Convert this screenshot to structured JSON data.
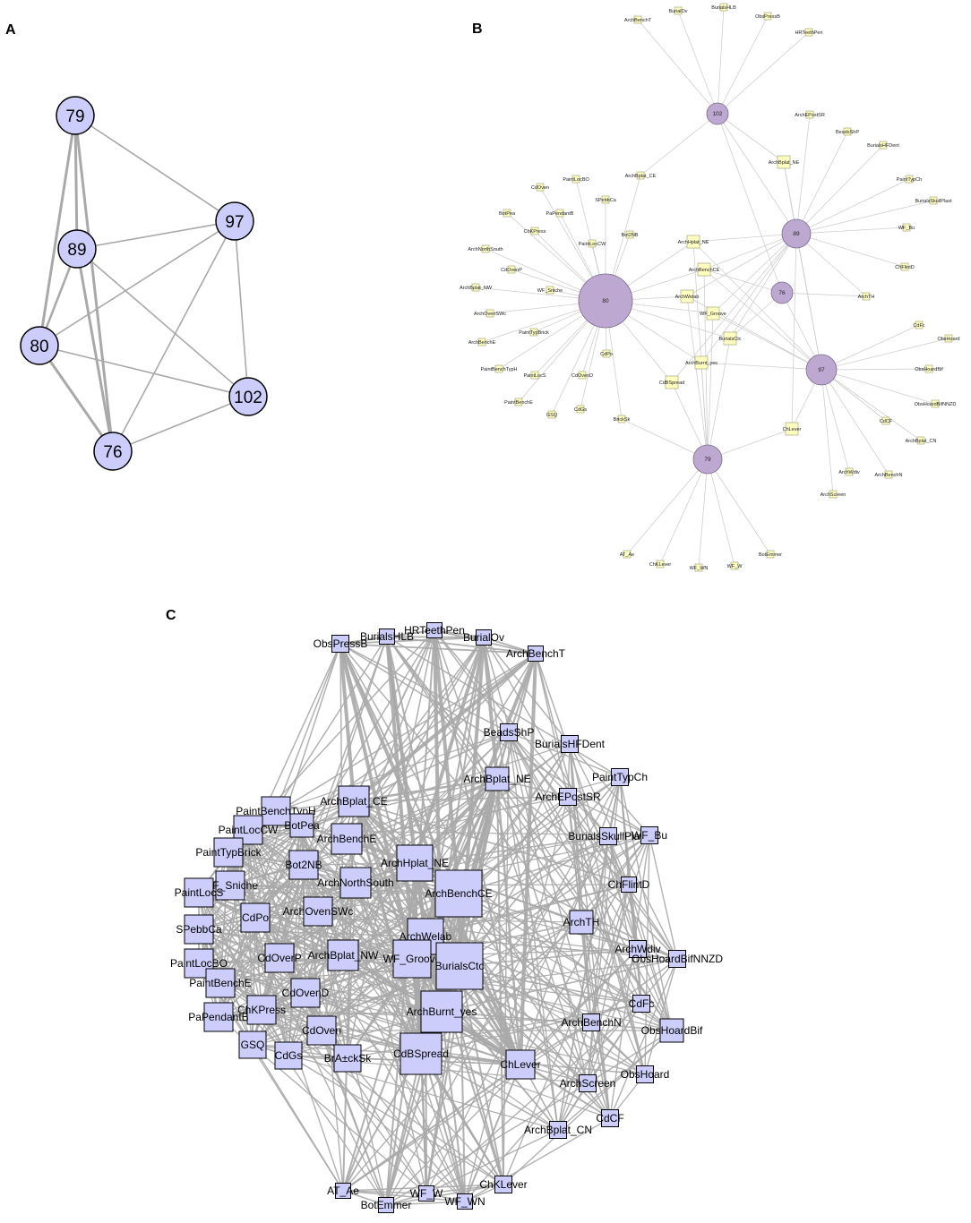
{
  "panels": {
    "A": {
      "label": "A",
      "nodes": [
        "79",
        "97",
        "89",
        "80",
        "102",
        "76"
      ],
      "edges": [
        [
          "79",
          "89"
        ],
        [
          "79",
          "80"
        ],
        [
          "79",
          "76"
        ],
        [
          "79",
          "97"
        ],
        [
          "89",
          "80"
        ],
        [
          "89",
          "76"
        ],
        [
          "89",
          "97"
        ],
        [
          "89",
          "102"
        ],
        [
          "80",
          "97"
        ],
        [
          "80",
          "102"
        ],
        [
          "80",
          "76"
        ],
        [
          "97",
          "76"
        ],
        [
          "97",
          "102"
        ],
        [
          "76",
          "102"
        ]
      ],
      "style": {
        "node_fill": "#cccdfb",
        "node_stroke": "#000000",
        "edge": "#a9a9a9"
      }
    },
    "B": {
      "label": "B",
      "hubs": [
        "102",
        "89",
        "80",
        "76",
        "97",
        "79"
      ],
      "attributes": [
        "ArchBenchT",
        "BurialOv",
        "BurialsHLB",
        "ObsPressB",
        "HRTeethPen",
        "ArchEPostSR",
        "BeadsShP",
        "BurialsHFDent",
        "ArchBplat_NE",
        "PaintTypCh",
        "BurialsSkullPlast",
        "WF_Bu",
        "ArchBplat_CE",
        "PaintLocBO",
        "CdOven",
        "SPebbCa",
        "PaPendantB",
        "BotPea",
        "ChKPress",
        "Bot2NB",
        "ArchNorthSouth",
        "CdOvenP",
        "ArchBplat_NW",
        "WF_Sniche",
        "ArchOvenSWc",
        "PaintTypBrick",
        "ArchBenchE",
        "PaintLocCW",
        "PaintBenchTypH",
        "PaintLocS",
        "CdOvenD",
        "CdPo",
        "PaintBenchE",
        "CdGs",
        "GSQ",
        "BrickSk",
        "ArchHplat_NE",
        "ArchBenchCE",
        "ArchWelab",
        "WF_Groove",
        "BurialsCtc",
        "ArchBurnt_yes",
        "CdBSpread",
        "ChFlintD",
        "ArchTH",
        "CdFc",
        "ObsHoard",
        "ObsHoardBif",
        "ObsHoardBifNNZD",
        "CdCF",
        "ArchBplat_CN",
        "ArchWdiv",
        "ArchBenchN",
        "ArchScreen",
        "ChLever",
        "AT_Ae",
        "ChKLever",
        "WF_WN",
        "WF_W",
        "BotEmmer"
      ],
      "style": {
        "hub_fill": "#bca8d0",
        "attr_fill": "#ffffc2",
        "edge": "#cfcfcf"
      }
    },
    "C": {
      "label": "C",
      "nodes": [
        "ObsPressB",
        "BurialsHLB",
        "HRTeethPen",
        "BurialOv",
        "ArchBenchT",
        "BeadsShP",
        "BurialsHFDent",
        "PaintTypCh",
        "ArchBplat_NE",
        "ArchEPostSR",
        "BurialsSkullPlast",
        "WF_Bu",
        "ArchBplat_CE",
        "PaintBenchTypH",
        "BotPea",
        "PaintLocCW",
        "ArchBenchE",
        "PaintTypBrick",
        "ArchHplat_NE",
        "Bot2NB",
        "WF_Sniche",
        "ArchNorthSouth",
        "ArchBenchCE",
        "PaintLocS",
        "ChFlintD",
        "ArchOvenSWc",
        "CdPo",
        "SPebbCa",
        "ArchWelab",
        "ArchTH",
        "WF_Groove",
        "ArchBplat_NW",
        "CdOverP",
        "BurialsCtc",
        "PaintLocBO",
        "ArchWdiv",
        "ObsHoardBifNNZD",
        "PaintBenchE",
        "CdOvenD",
        "CdFc",
        "ChKPress",
        "ArchBurnt_yes",
        "PaPendantB",
        "ArchBenchN",
        "ObsHoardBif",
        "GSQ",
        "CdGs",
        "CdOven",
        "BrA±ckSk",
        "CdBSpread",
        "ChLever",
        "ObsHoard",
        "ArchScreen",
        "CdCF",
        "ArchBplat_CN",
        "ChKLever",
        "AT_Ae",
        "WF_W",
        "WF_WN",
        "BotEmmer"
      ],
      "style": {
        "node_fill": "#cccdfb",
        "node_stroke": "#000000",
        "edge": "#a9a9a9"
      }
    }
  }
}
